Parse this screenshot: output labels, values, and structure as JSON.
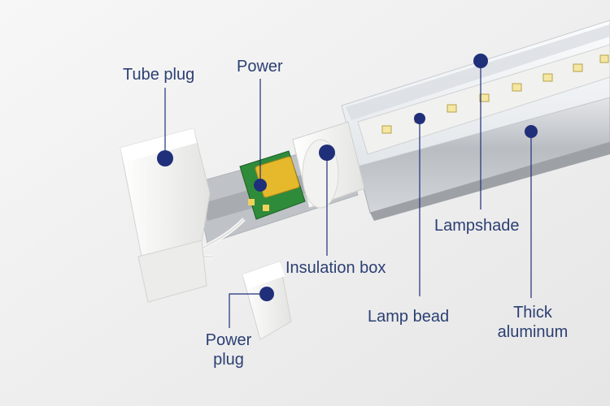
{
  "labels": {
    "tube_plug": "Tube plug",
    "power": "Power",
    "insulation_box": "Insulation box",
    "power_plug_line1": "Power",
    "power_plug_line2": "plug",
    "lamp_bead": "Lamp bead",
    "lampshade": "Lampshade",
    "thick_aluminum_line1": "Thick",
    "thick_aluminum_line2": "aluminum"
  },
  "colors": {
    "callout": "#1f2f7a",
    "label_text": "#2b3f73",
    "aluminum": "#c9ccd0",
    "lampshade": "#eef1f4",
    "plug": "#f7f7f5",
    "pcb": "#2e8b3a",
    "capacitor": "#e5b92b",
    "led": "#f4e7a2"
  }
}
